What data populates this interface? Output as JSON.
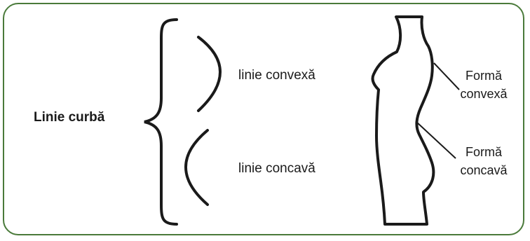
{
  "curved_line_title": "Linie curbă",
  "convex_line_label": "linie convexă",
  "concave_line_label": "linie concavă",
  "convex_form_label": {
    "line1": "Formă",
    "line2": "convexă"
  },
  "concave_form_label": {
    "line1": "Formă",
    "line2": "concavă"
  },
  "colors": {
    "border": "#4a7a3a",
    "stroke": "#1a1a1a"
  }
}
